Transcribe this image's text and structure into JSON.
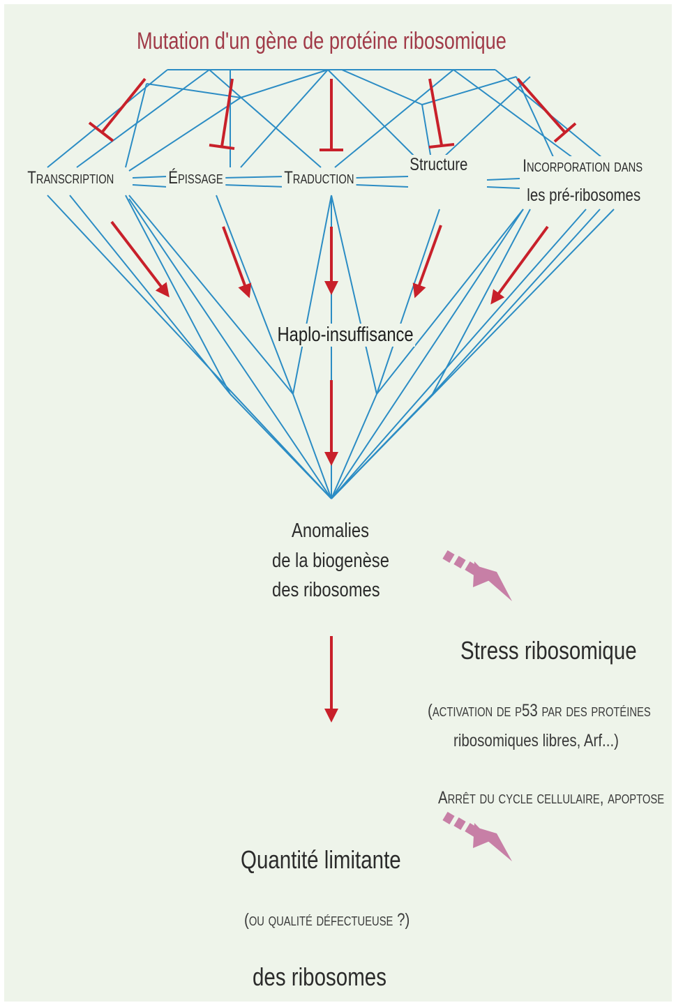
{
  "title": "Mutation d'un gène de protéine ribosomique",
  "processes": {
    "transcription": "Transcription",
    "epissage": "Épissage",
    "traduction": "Traduction",
    "structure": "Structure",
    "incorporation_line1": "Incorporation dans",
    "incorporation_line2": "les pré-ribosomes"
  },
  "center": {
    "haplo": "Haplo-insuffisance",
    "anomalies_line1": "Anomalies",
    "anomalies_line2": "de la biogenèse",
    "anomalies_line3": "des ribosomes"
  },
  "stress": {
    "title": "Stress ribosomique",
    "note_line1": "(activation de p53 par des protéines",
    "note_line2": "ribosomiques libres, Arf...)",
    "arret": "Arrêt du cycle cellulaire, apoptose"
  },
  "bottom": {
    "line1": "Quantité limitante",
    "line2": "(ou qualité défectueuse ?)",
    "line3": "des ribosomes"
  },
  "colors": {
    "background": "#eef4ea",
    "diamond_lines": "#2b8cc4",
    "red_arrows": "#c8202a",
    "title": "#a03a48",
    "pink_arrows": "#c77fa6"
  }
}
